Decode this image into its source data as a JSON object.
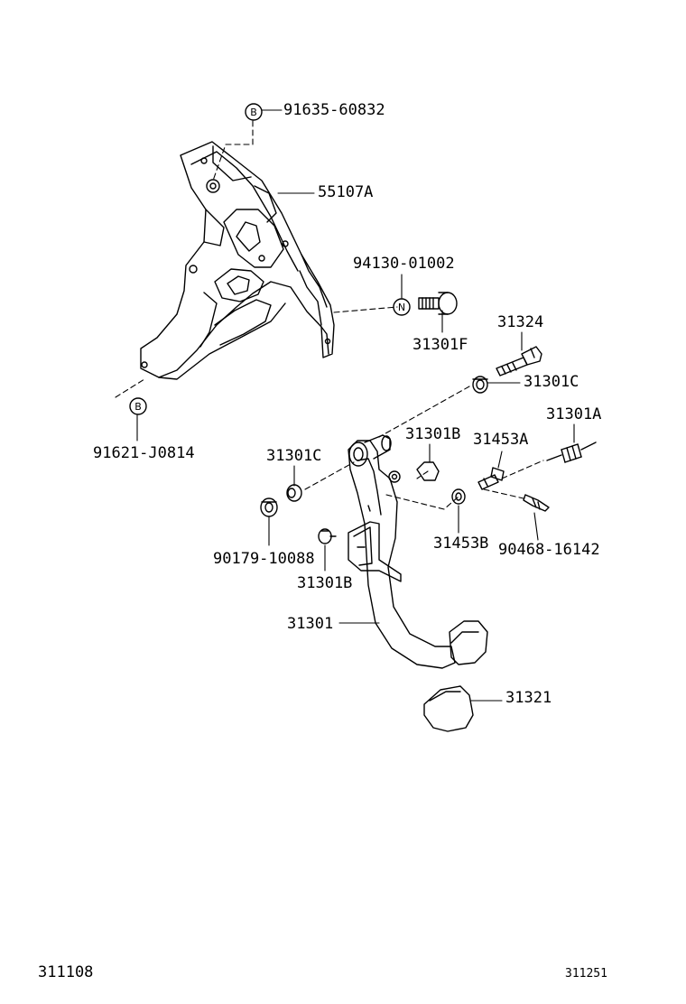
{
  "labels": {
    "p_91635_60832": "91635-60832",
    "p_55107A": "55107A",
    "p_94130_01002": "94130-01002",
    "p_31301F": "31301F",
    "p_31324": "31324",
    "p_31301C_top": "31301C",
    "p_31301A": "31301A",
    "p_31301B_top": "31301B",
    "p_31453A": "31453A",
    "p_31301C_left": "31301C",
    "p_91621_J0814": "91621-J0814",
    "p_90179_10088": "90179-10088",
    "p_31453B": "31453B",
    "p_90468_16142": "90468-16142",
    "p_31301B_bottom": "31301B",
    "p_31301": "31301",
    "p_31321": "31321"
  },
  "markers": {
    "bolt_top": "B",
    "bolt_left": "B",
    "nut": "N"
  },
  "footer": {
    "diagram_code": "311108",
    "ref_code": "311251"
  }
}
